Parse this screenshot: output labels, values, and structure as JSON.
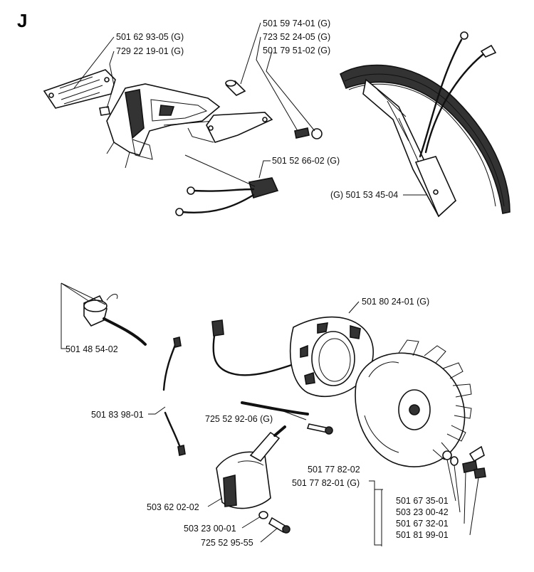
{
  "section_letter": "J",
  "labels": {
    "p_501_62_93_05": "501 62 93-05 (G)",
    "p_729_22_19_01": "729 22 19-01 (G)",
    "p_501_59_74_01": "501 59 74-01 (G)",
    "p_723_52_24_05": "723 52 24-05 (G)",
    "p_501_79_51_02": "501 79 51-02 (G)",
    "p_501_52_66_02": "501 52 66-02 (G)",
    "p_501_53_45_04": "(G) 501 53 45-04",
    "p_501_48_54_02": "501 48 54-02",
    "p_501_80_24_01": "501 80 24-01 (G)",
    "p_501_83_98_01": "501 83 98-01",
    "p_725_52_92_06": "725 52 92-06 (G)",
    "p_501_77_82_02": "501 77 82-02",
    "p_501_77_82_01": "501 77 82-01 (G)",
    "p_503_62_02_02": "503 62 02-02",
    "p_501_67_35_01": "501 67 35-01",
    "p_503_23_00_42": "503 23 00-42",
    "p_501_67_32_01": "501 67 32-01",
    "p_501_81_99_01": "501 81 99-01",
    "p_503_23_00_01": "503 23 00-01",
    "p_725_52_95_55": "725 52 95-55"
  }
}
